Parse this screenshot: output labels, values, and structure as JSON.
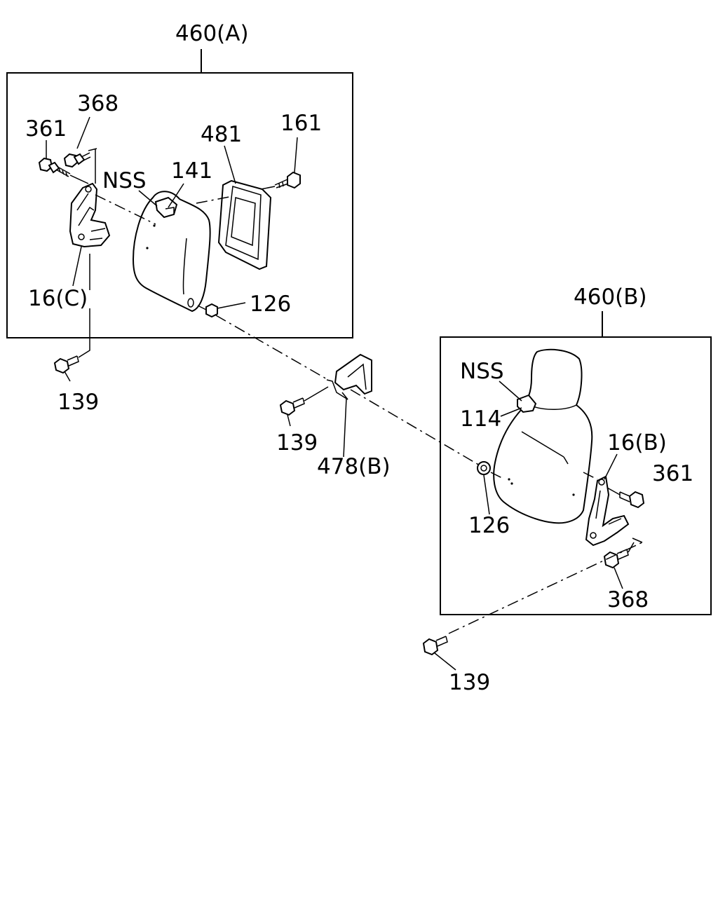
{
  "groups": {
    "a": "460(A)",
    "b": "460(B)"
  },
  "labels": {
    "a_368": "368",
    "a_361": "361",
    "a_481": "481",
    "a_161": "161",
    "a_nss": "NSS",
    "a_141": "141",
    "a_16c": "16(C)",
    "a_126": "126",
    "a_139": "139",
    "mid_139": "139",
    "mid_478b": "478(B)",
    "b_nss": "NSS",
    "b_114": "114",
    "b_16b": "16(B)",
    "b_361": "361",
    "b_126": "126",
    "b_368": "368",
    "b_139": "139"
  }
}
